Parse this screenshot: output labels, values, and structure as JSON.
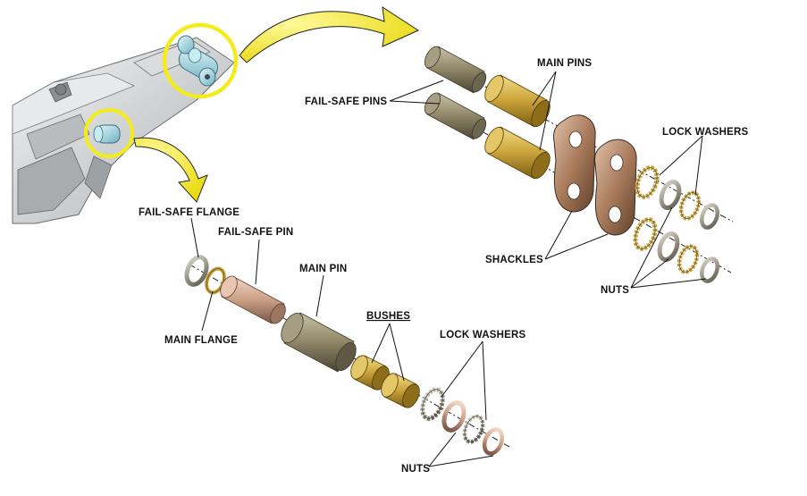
{
  "labels": {
    "fail_safe_pins": "FAIL-SAFE PINS",
    "main_pins": "MAIN PINS",
    "lock_washers_top": "LOCK WASHERS",
    "shackles": "SHACKLES",
    "nuts_top": "NUTS",
    "fail_safe_flange": "FAIL-SAFE FLANGE",
    "fail_safe_pin": "FAIL-SAFE PIN",
    "main_pin": "MAIN PIN",
    "bushes": "BUSHES",
    "lock_washers_bottom": "LOCK WASHERS",
    "main_flange": "MAIN FLANGE",
    "nuts_bottom": "NUTS"
  },
  "colors": {
    "highlight_yellow": "#f4ec1a",
    "gold_pin": "#c9a640",
    "khaki_pin": "#8e8566",
    "bronze_shackle": "#b08466",
    "gray_washer": "#8c8a7a",
    "structure_gray": "#d4d6d8",
    "fitting_cyan": "#aee0ea"
  }
}
